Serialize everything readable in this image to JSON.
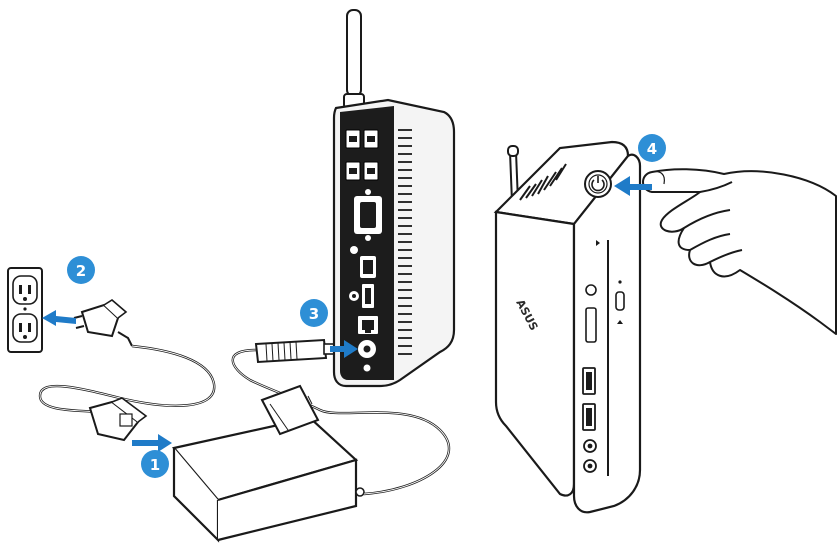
{
  "steps": [
    {
      "number": "1"
    },
    {
      "number": "2"
    },
    {
      "number": "3"
    },
    {
      "number": "4"
    }
  ],
  "device_logo": "ASUS",
  "colors": {
    "accent": "#2e8fd6",
    "arrow": "#1f7bc8",
    "outline": "#1a1a1a",
    "device_dark": "#1c1c1c"
  }
}
